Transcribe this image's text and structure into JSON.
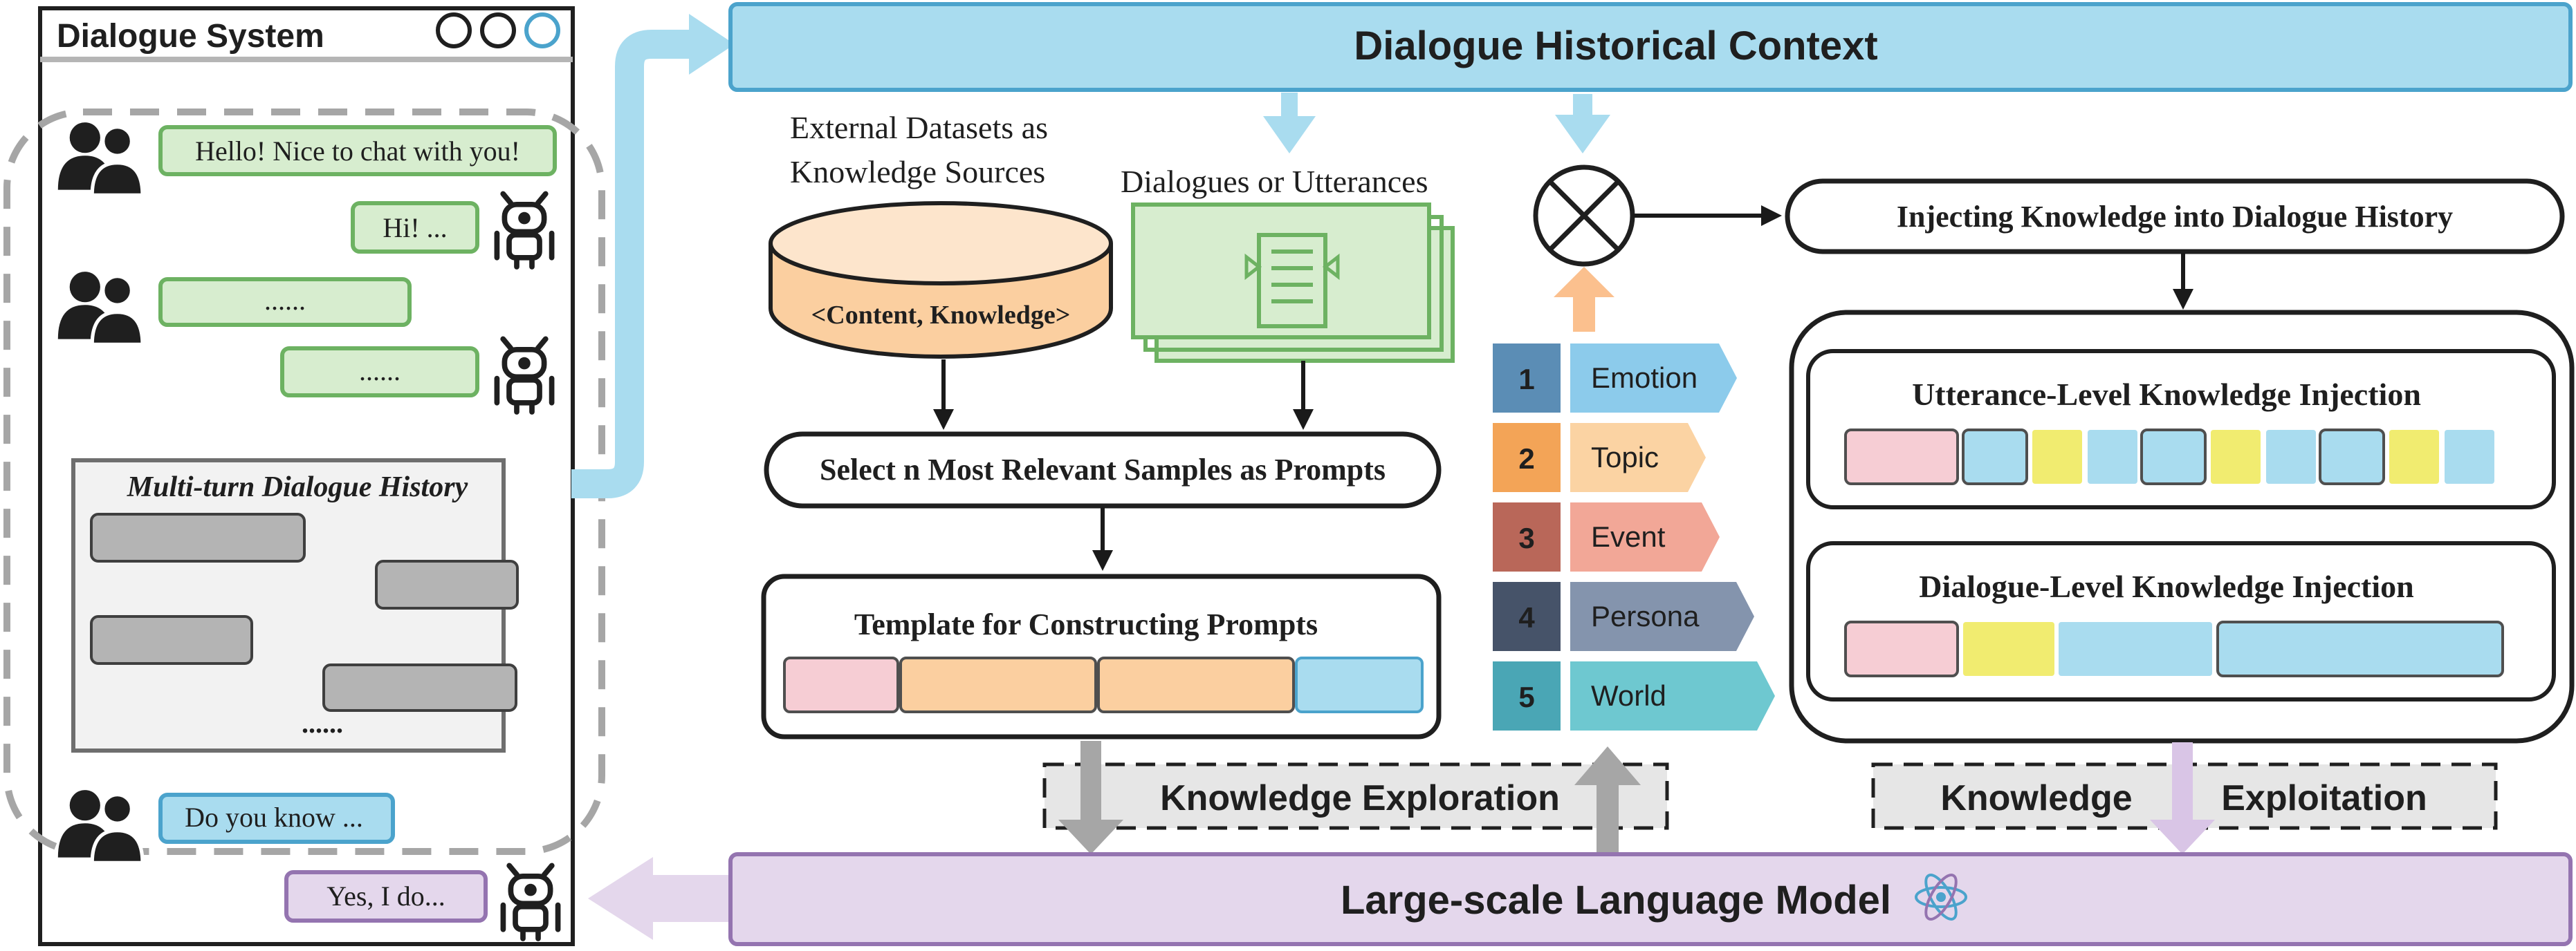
{
  "colors": {
    "light_blue": "#a9dcef",
    "blue_border": "#4ba3cc",
    "lavender": "#e4d7ec",
    "purple_border": "#9474b0",
    "green_fill": "#d7edcf",
    "green_border": "#6db262",
    "orange_fill": "#fbcfa0",
    "pink_fill": "#f6cdd4",
    "yellow_fill": "#f1ec70",
    "gray_block": "#b4b4b4",
    "panel_gray": "#f2f2f2",
    "exploration_bg": "#e6e6e6"
  },
  "dialogue_system": {
    "title": "Dialogue System",
    "messages": [
      "Hello! Nice to chat with you!",
      "Hi! ...",
      "......",
      "......",
      "Do you know ...",
      "Yes, I do..."
    ],
    "history_title": "Multi-turn Dialogue History",
    "history_ellipsis": "......"
  },
  "header": {
    "title": "Dialogue Historical Context"
  },
  "exploration": {
    "datasets_label_line1": "External Datasets as",
    "datasets_label_line2": "Knowledge Sources",
    "database_label": "<Content, Knowledge>",
    "dialogues_label": "Dialogues or Utterances",
    "select_label": "Select n Most Relevant Samples as Prompts",
    "template_label": "Template for Constructing Prompts",
    "section_label": "Knowledge Exploration"
  },
  "knowledge_types": [
    {
      "num": "1",
      "label": "Emotion",
      "num_color": "#5b8db5",
      "arrow_color": "#8ccbeb"
    },
    {
      "num": "2",
      "label": "Topic",
      "num_color": "#f3a457",
      "arrow_color": "#fbd3a3"
    },
    {
      "num": "3",
      "label": "Event",
      "num_color": "#b96759",
      "arrow_color": "#f2a797"
    },
    {
      "num": "4",
      "label": "Persona",
      "num_color": "#465369",
      "arrow_color": "#8494ad"
    },
    {
      "num": "5",
      "label": "World",
      "num_color": "#4aa6b5",
      "arrow_color": "#6ec8d0"
    }
  ],
  "exploitation": {
    "inject_label": "Injecting Knowledge into Dialogue History",
    "utterance_label": "Utterance-Level Knowledge Injection",
    "dialogue_label": "Dialogue-Level Knowledge Injection",
    "section_label_1": "Knowledge",
    "section_label_2": "Exploitation"
  },
  "llm": {
    "title": "Large-scale Language Model"
  },
  "icons": [
    "user-group-icon",
    "robot-icon",
    "database-icon",
    "document-stack-icon",
    "combine-icon",
    "atom-icon"
  ]
}
